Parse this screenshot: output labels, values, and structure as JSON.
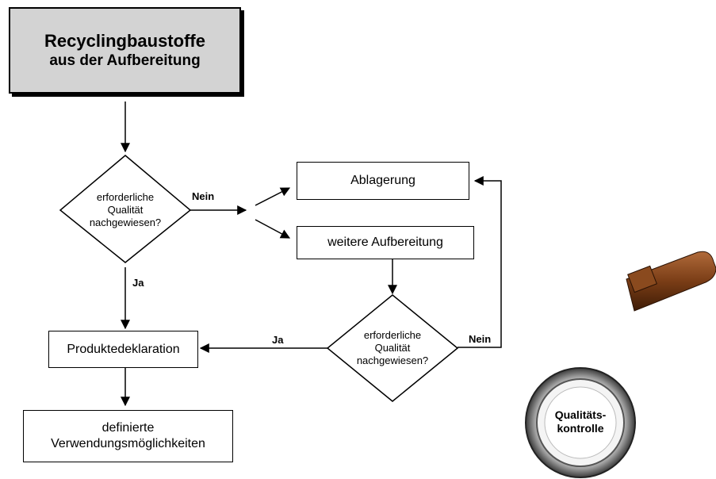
{
  "start_box": {
    "line1": "Recyclingbaustoffe",
    "line2": "aus der Aufbereitung"
  },
  "decision_1": {
    "line1": "erforderliche",
    "line2": "Qualität",
    "line3": "nachgewiesen?"
  },
  "decision_2": {
    "line1": "erforderliche",
    "line2": "Qualität",
    "line3": "nachgewiesen?"
  },
  "labels": {
    "nein_1": "Nein",
    "ja_1": "Ja",
    "ja_2": "Ja",
    "nein_2": "Nein"
  },
  "boxes": {
    "ablagerung": "Ablagerung",
    "weitere_aufbereitung": "weitere Aufbereitung",
    "produktedeklaration": "Produktedeklaration",
    "verwendung_line1": "definierte",
    "verwendung_line2": "Verwendungsmöglichkeiten"
  },
  "magnifier": {
    "line1": "Qualitäts-",
    "line2": "kontrolle"
  }
}
